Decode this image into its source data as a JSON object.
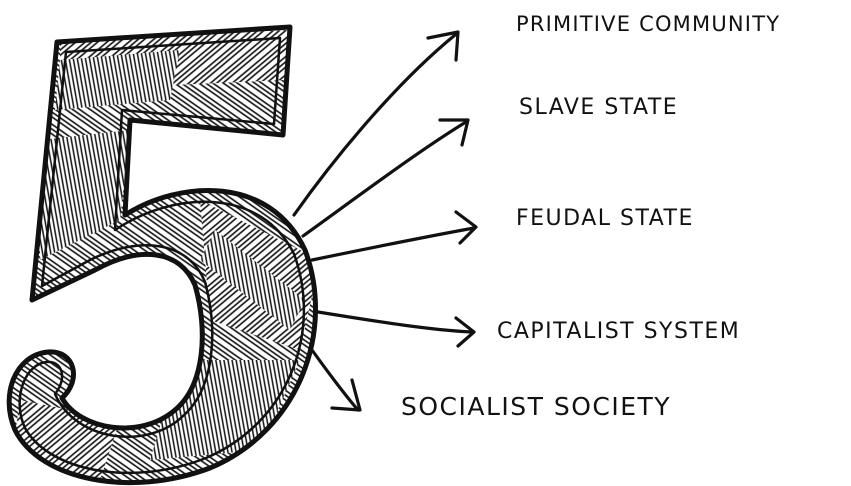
{
  "figure": {
    "numeral": "5",
    "items": [
      {
        "label": "Primitive Community"
      },
      {
        "label": "Slave State"
      },
      {
        "label": "Feudal State"
      },
      {
        "label": "Capitalist System"
      },
      {
        "label": "Socialist Society"
      }
    ]
  },
  "colors": {
    "ink": "#111111",
    "background": "#ffffff"
  }
}
